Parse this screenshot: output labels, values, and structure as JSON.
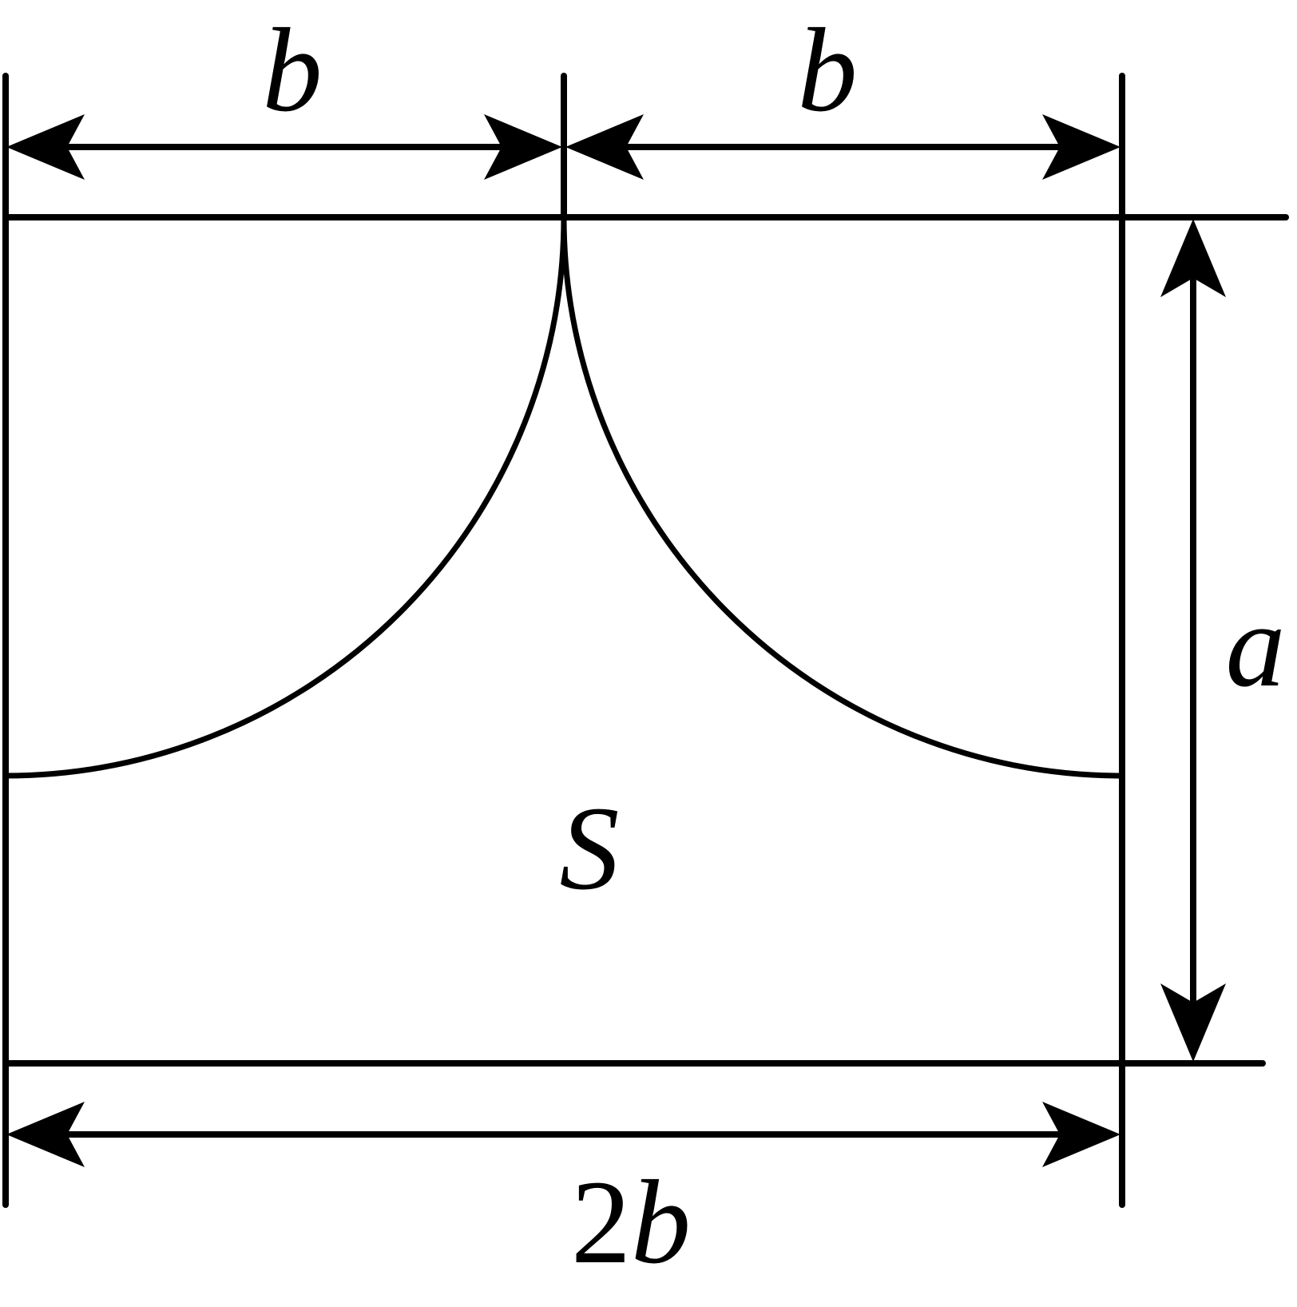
{
  "labels": {
    "top_left_width": "b",
    "top_right_width": "b",
    "height": "a",
    "region": "S",
    "bottom_width_num": "2",
    "bottom_width_var": "b"
  },
  "colors": {
    "stroke": "#000000",
    "background": "#ffffff"
  }
}
